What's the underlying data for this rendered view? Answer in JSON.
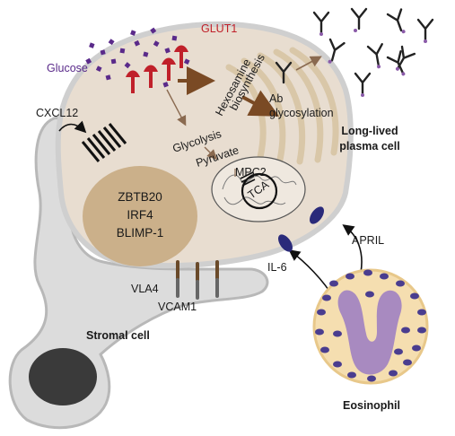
{
  "labels": {
    "glucose": "Glucose",
    "glut1": "GLUT1",
    "hexosamine": "Hexosamine",
    "biosynthesis": "biosynthesis",
    "ab": "Ab",
    "glycosylation": "glycosylation",
    "glycolysis": "Glycolysis",
    "pyruvate": "Pyruvate",
    "mpc2": "MPC2",
    "tca": "TCA",
    "cxcl12": "CXCL12",
    "zbtb20": "ZBTB20",
    "irf4": "IRF4",
    "blimp1": "BLIMP-1",
    "long_lived_1": "Long-lived",
    "long_lived_2": "plasma cell",
    "april": "APRIL",
    "il6": "IL-6",
    "vla4": "VLA4",
    "vcam1": "VCAM1",
    "stromal": "Stromal cell",
    "eosinophil": "Eosinophil"
  },
  "colors": {
    "plasma_cell_fill": "#e8ddd0",
    "plasma_cell_outline": "#cfcfcf",
    "nucleus": "#cbb08a",
    "stromal_fill": "#dcdcdc",
    "stromal_nucleus": "#3a3a3a",
    "glucose": "#5a2a8a",
    "glut1": "#c0202a",
    "arrow_brown": "#7a4a24",
    "eosinophil_fill": "#f5deb0",
    "eosinophil_nucleus": "#a88ac0",
    "granule": "#4a3d8f",
    "cytokine": "#2a2a7a"
  }
}
